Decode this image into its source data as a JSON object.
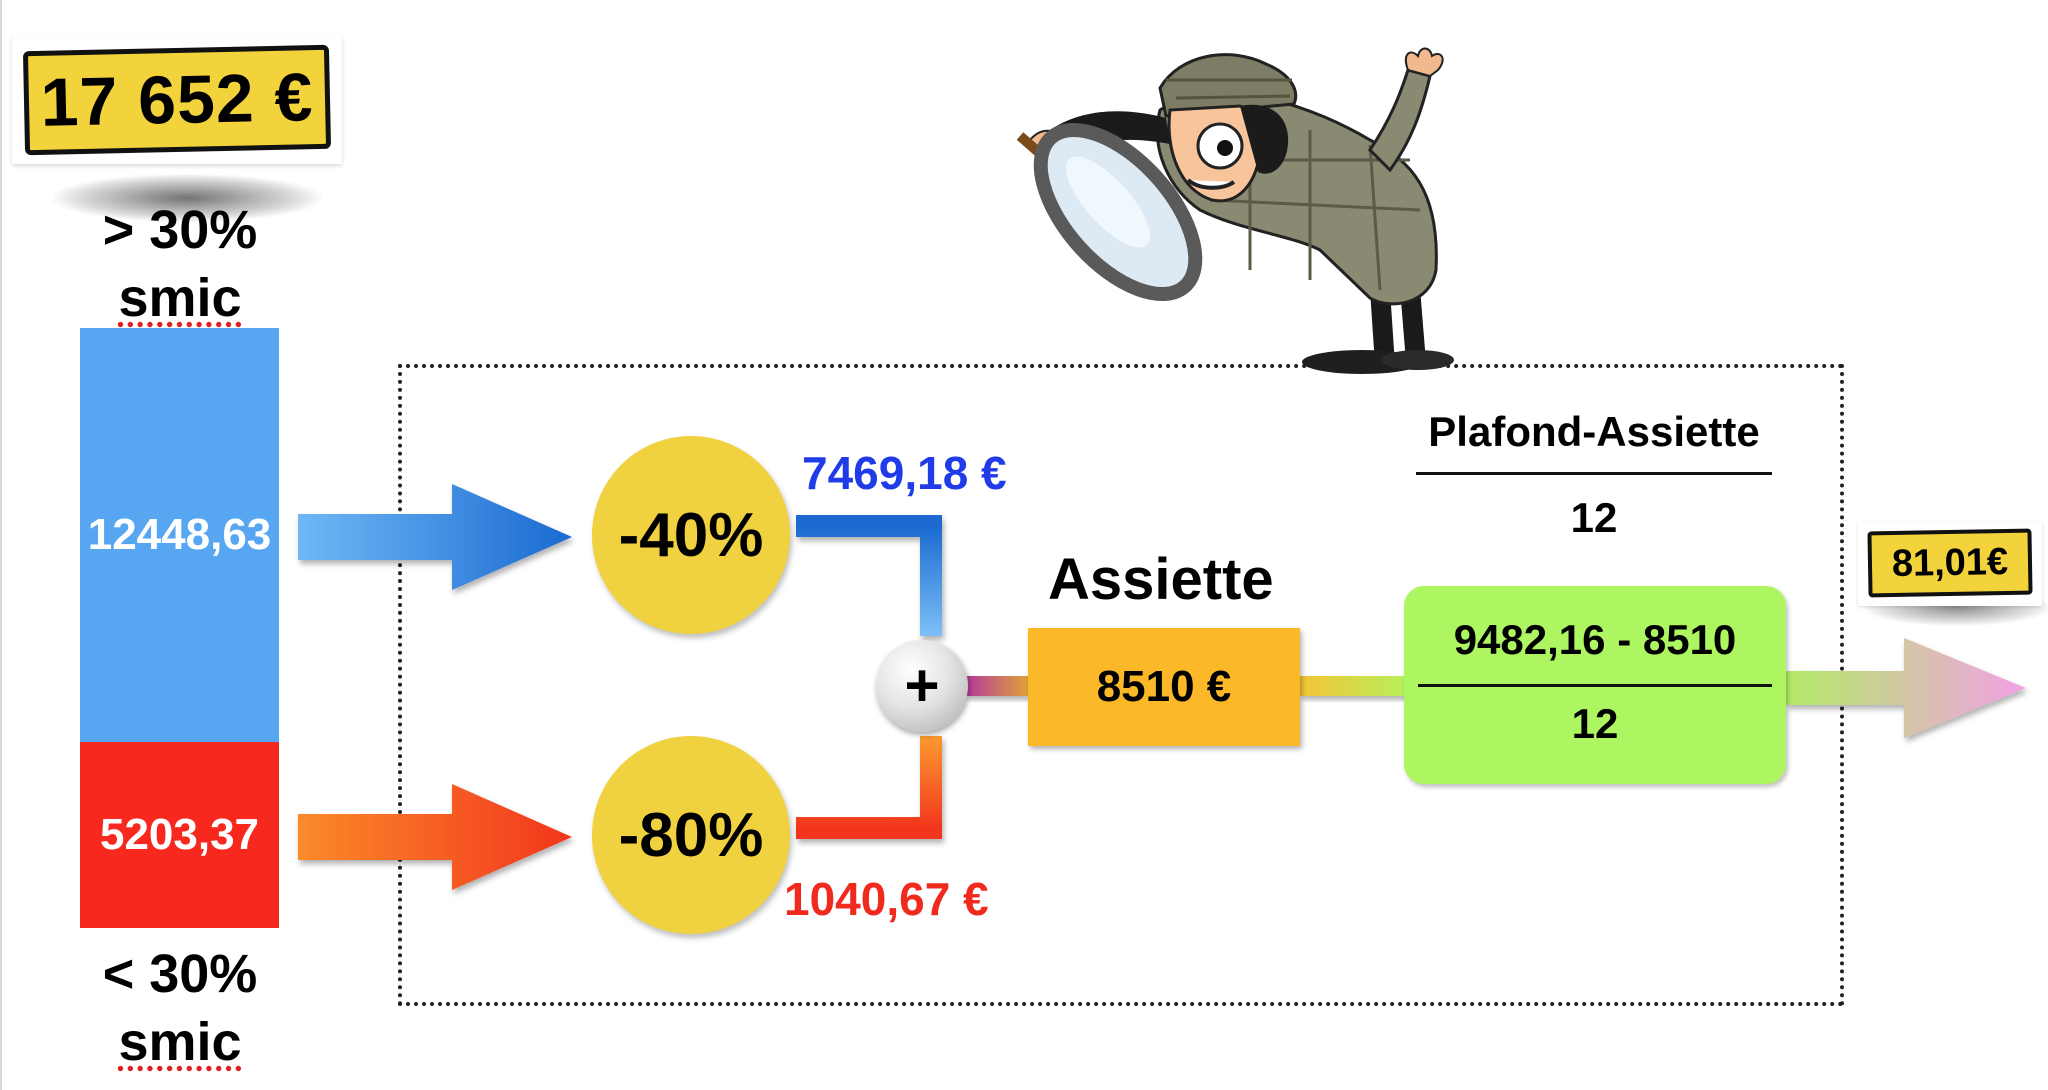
{
  "total": {
    "value": "17 652 €"
  },
  "labels": {
    "above_prefix": "> 30%",
    "above_word": "smic",
    "below_prefix": "< 30%",
    "below_word": "smic"
  },
  "bar": {
    "upper_value": "12448,63",
    "lower_value": "5203,37",
    "colors": {
      "upper": "#56a6f2",
      "lower": "#f7291e"
    }
  },
  "reductions": {
    "upper_rate": "-40%",
    "lower_rate": "-80%",
    "upper_result": "7469,18 €",
    "lower_result": "1040,67 €"
  },
  "sum": {
    "symbol": "+"
  },
  "assiette": {
    "title": "Assiette",
    "value": "8510 €"
  },
  "formula": {
    "numerator": "Plafond-Assiette",
    "denominator": "12"
  },
  "calculation": {
    "numerator": "9482,16 - 8510",
    "denominator": "12"
  },
  "result": {
    "value": "81,01€"
  },
  "icons": {
    "illustration": "detective-magnifier-icon"
  }
}
